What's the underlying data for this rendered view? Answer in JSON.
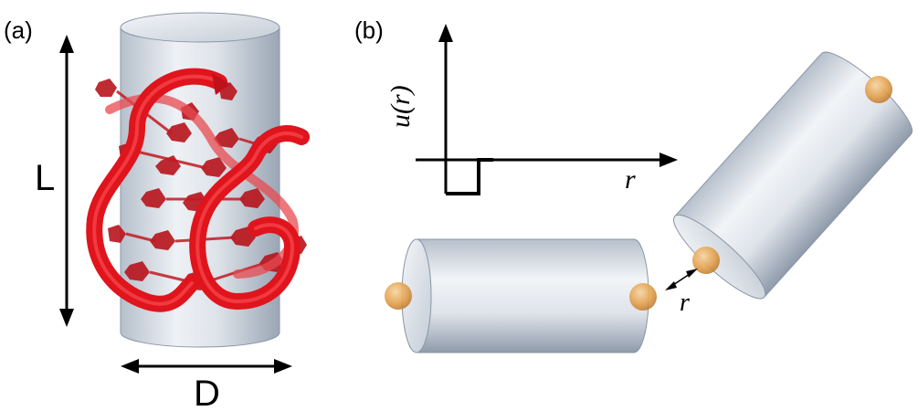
{
  "panel_a": {
    "label": "(a)",
    "length_label": "L",
    "diameter_label": "D"
  },
  "panel_b": {
    "label": "(b)",
    "potential_label": "u(r)",
    "axis_r_label": "r",
    "distance_label": "r"
  },
  "colors": {
    "ribbon": "#e0141c",
    "base": "#b8101a",
    "cylinder_light": "#ffffff",
    "cylinder_mid": "#d6dde6",
    "cylinder_dark": "#9aa6b4",
    "patch": "#e3a04c"
  }
}
